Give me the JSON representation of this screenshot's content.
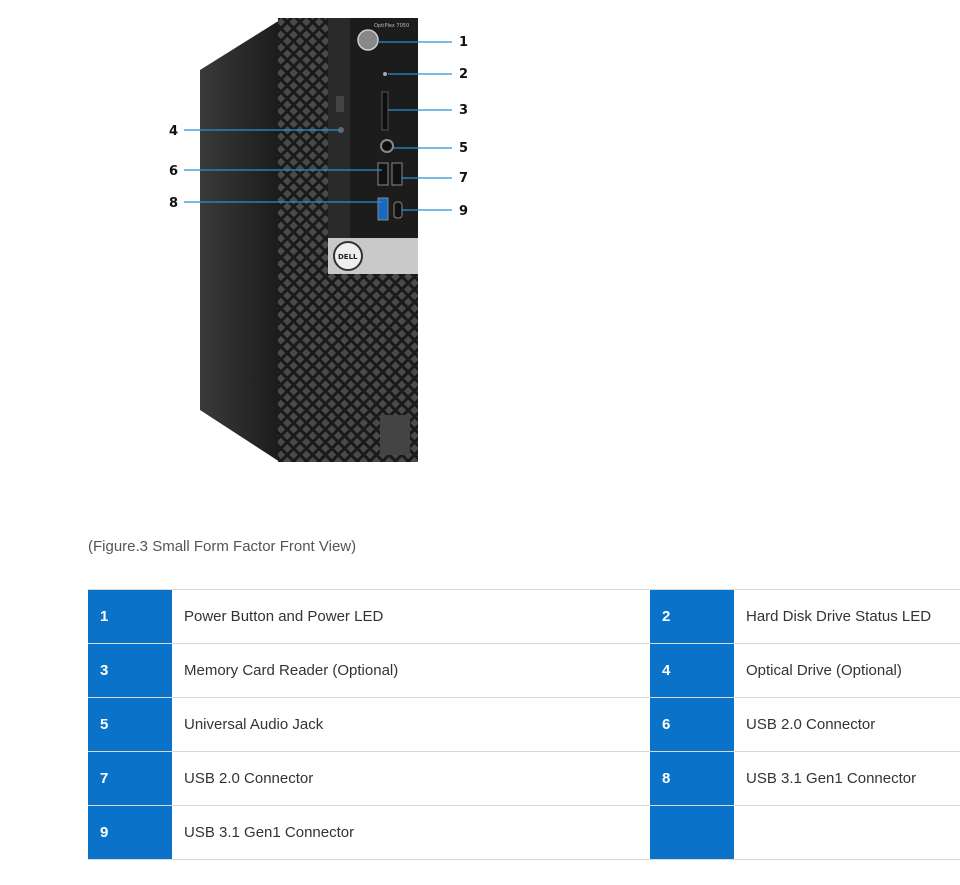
{
  "figure": {
    "model_label": "OptiPlex 7050",
    "brand_logo": "DELL",
    "callouts": [
      "1",
      "2",
      "3",
      "4",
      "5",
      "6",
      "7",
      "8",
      "9"
    ]
  },
  "caption": "(Figure.3 Small Form Factor Front View)",
  "table": {
    "rows": [
      {
        "left_num": "1",
        "left_label": "Power Button and Power LED",
        "right_num": "2",
        "right_label": "Hard Disk Drive Status LED"
      },
      {
        "left_num": "3",
        "left_label": "Memory Card Reader (Optional)",
        "right_num": "4",
        "right_label": "Optical Drive (Optional)"
      },
      {
        "left_num": "5",
        "left_label": "Universal Audio Jack",
        "right_num": "6",
        "right_label": "USB 2.0 Connector"
      },
      {
        "left_num": "7",
        "left_label": "USB 2.0 Connector",
        "right_num": "8",
        "right_label": "USB 3.1 Gen1 Connector"
      },
      {
        "left_num": "9",
        "left_label": "USB 3.1 Gen1 Connector",
        "right_num": "",
        "right_label": ""
      }
    ]
  },
  "colors": {
    "accent": "#0a73c9",
    "callout_line": "#2a8fd8"
  }
}
